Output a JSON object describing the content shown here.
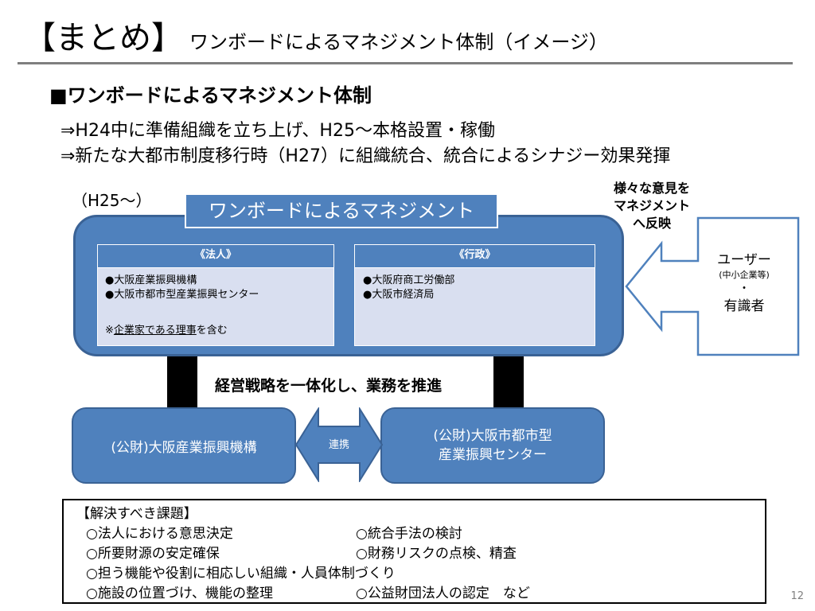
{
  "title": {
    "main": "【まとめ】",
    "sub": "ワンボードによるマネジメント体制（イメージ）"
  },
  "heading": "■ワンボードによるマネジメント体制",
  "bullets": [
    "⇒H24中に準備組織を立ち上げ、H25～本格設置・稼働",
    "⇒新たな大都市制度移行時（H27）に組織統合、統合によるシナジー効果発揮"
  ],
  "diagram": {
    "period_label": "（H25～）",
    "management_title": "ワンボードによるマネジメント",
    "legal": {
      "heading": "《法人》",
      "items": [
        "●大阪産業振興機構",
        "●大阪市都市型産業振興センター"
      ],
      "note_prefix": "※",
      "note_underlined": "企業家である理事",
      "note_suffix": "を含む"
    },
    "admin": {
      "heading": "《行政》",
      "items": [
        "●大阪府商工労働部",
        "●大阪市経済局"
      ]
    },
    "integrate_label": "経営戦略を一体化し、業務を推進",
    "org_left": "(公財)大阪産業振興機構",
    "org_right_line1": "(公財)大阪市都市型",
    "org_right_line2": "産業振興センター",
    "link_label": "連携",
    "feedback_lines": [
      "様々な意見を",
      "マネジメント",
      "へ反映"
    ],
    "user": {
      "main": "ユーザー",
      "small": "(中小企業等)",
      "dot": "・",
      "expert": "有識者"
    }
  },
  "issues": {
    "title": "【解決すべき課題】",
    "left": [
      "○法人における意思決定",
      "○所要財源の安定確保",
      "○担う機能や役割に相応しい組織・人員体制づくり",
      "○施設の位置づけ、機能の整理"
    ],
    "right": [
      "○統合手法の検討",
      "○財務リスクの点検、精査",
      "○公益財団法人の認定　など"
    ]
  },
  "page_number": "12",
  "colors": {
    "primary_blue": "#4f81bd",
    "panel_fill": "#d9dff0",
    "rule_gray": "#7f7f7f"
  }
}
